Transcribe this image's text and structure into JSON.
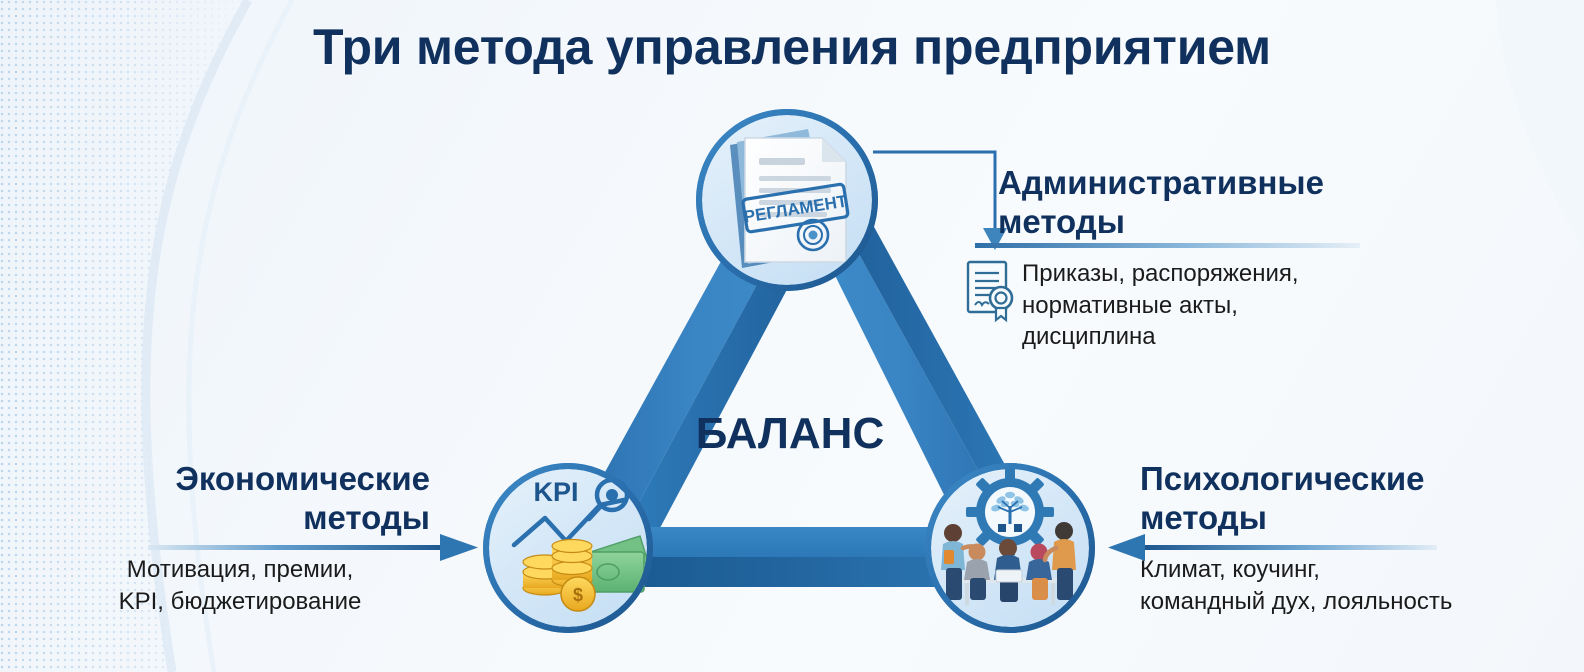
{
  "page": {
    "title": "Три метода управления предприятием",
    "center_label": "БАЛАНС",
    "bg_color": "#f2f7fb",
    "accent_dark": "#10315e",
    "accent_blue": "#2a72b3",
    "accent_light": "#dceaf7"
  },
  "nodes": {
    "top": {
      "name": "top-node",
      "icon": "document-stamp-icon",
      "stamp_text": "РЕГЛАМЕНТ"
    },
    "left": {
      "name": "left-node",
      "icon": "kpi-money-icon",
      "kpi_label": "KPI"
    },
    "right": {
      "name": "right-node",
      "icon": "team-gear-icon"
    }
  },
  "methods": [
    {
      "key": "administrative",
      "title": "Административные методы",
      "title_line1": "Административные",
      "title_line2": "методы",
      "description": "Приказы, распоряжения, нормативные акты, дисциплина",
      "desc_line1": "Приказы, распоряжения,",
      "desc_line2": "нормативные акты,",
      "desc_line3": "дисциплина",
      "icon": "certificate-seal-icon",
      "connector": "elbow-arrow-down"
    },
    {
      "key": "economic",
      "title": "Экономические методы",
      "title_line1": "Экономические",
      "title_line2": "методы",
      "description": "Мотивация, премии, KPI, бюджетирование",
      "desc_line1": "Мотивация, премии,",
      "desc_line2": "KPI, бюджетирование",
      "icon": "",
      "connector": "arrow-right"
    },
    {
      "key": "psychological",
      "title": "Психологические методы",
      "title_line1": "Психологические",
      "title_line2": "методы",
      "description": "Климат, коучинг, командный дух, лояльность",
      "desc_line1": "Климат, коучинг,",
      "desc_line2": "командный дух, лояльность",
      "icon": "",
      "connector": "arrow-left"
    }
  ]
}
